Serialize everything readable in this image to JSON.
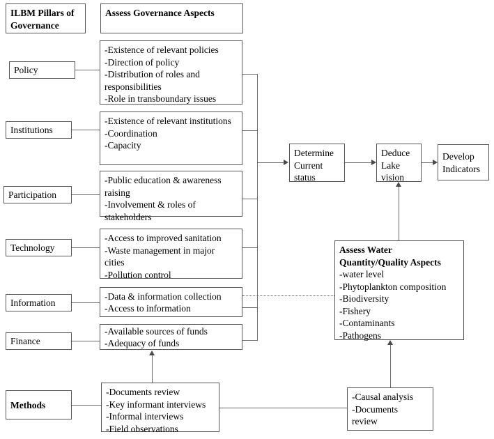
{
  "diagram": {
    "title": "ILBM Pillars of Governance assessment framework",
    "headers": {
      "pillars_header": "ILBM Pillars of\nGovernance",
      "pillars_header_line1": "ILBM Pillars of",
      "pillars_header_line2": "Governance",
      "aspects_header": "Assess Governance Aspects"
    },
    "pillars": [
      {
        "id": "policy",
        "label": "Policy"
      },
      {
        "id": "institutions",
        "label": "Institutions"
      },
      {
        "id": "participation",
        "label": "Participation"
      },
      {
        "id": "technology",
        "label": "Technology"
      },
      {
        "id": "information",
        "label": "Information"
      },
      {
        "id": "finance",
        "label": "Finance"
      },
      {
        "id": "methods",
        "label": "Methods"
      }
    ],
    "aspect_boxes": [
      {
        "id": "policy-aspects",
        "lines": [
          "-Existence of relevant policies",
          "-Direction of policy",
          "-Distribution of roles and",
          "responsibilities",
          "-Role in transboundary issues"
        ]
      },
      {
        "id": "institutions-aspects",
        "lines": [
          "-Existence of relevant institutions",
          "-Coordination",
          "-Capacity"
        ]
      },
      {
        "id": "participation-aspects",
        "lines": [
          "-Public education & awareness",
          "raising",
          "-Involvement & roles of",
          "stakeholders"
        ]
      },
      {
        "id": "technology-aspects",
        "lines": [
          "-Access to improved sanitation",
          "-Waste management in major",
          "cities",
          "-Pollution control"
        ]
      },
      {
        "id": "information-aspects",
        "lines": [
          "-Data & information collection",
          "-Access to information"
        ]
      },
      {
        "id": "finance-aspects",
        "lines": [
          "-Available sources of funds",
          "-Adequacy of funds"
        ]
      },
      {
        "id": "methods-aspects",
        "lines": [
          "-Documents review",
          "-Key informant interviews",
          "-Informal interviews",
          "-Field observations"
        ]
      }
    ],
    "process_boxes": [
      {
        "id": "determine-current-status",
        "lines": [
          "Determine",
          "Current",
          "status"
        ]
      },
      {
        "id": "deduce-lake-vision",
        "lines": [
          "Deduce",
          "Lake",
          "vision"
        ]
      },
      {
        "id": "develop-indicators",
        "lines": [
          "Develop",
          "Indicators"
        ]
      }
    ],
    "water_box": {
      "id": "assess-water-quantity-quality",
      "heading_lines": [
        "Assess Water",
        "Quantity/Quality Aspects"
      ],
      "lines": [
        "-water level",
        "-Phytoplankton composition",
        "-Biodiversity",
        "-Fishery",
        "-Contaminants",
        "-Pathogens"
      ]
    },
    "water_methods_box": {
      "id": "water-methods",
      "lines": [
        "-Causal analysis",
        "-Documents",
        "review"
      ]
    },
    "colors": {
      "box_border": "#555555",
      "connector": "#6b6b6b",
      "text": "#000000",
      "background": "#ffffff"
    }
  }
}
